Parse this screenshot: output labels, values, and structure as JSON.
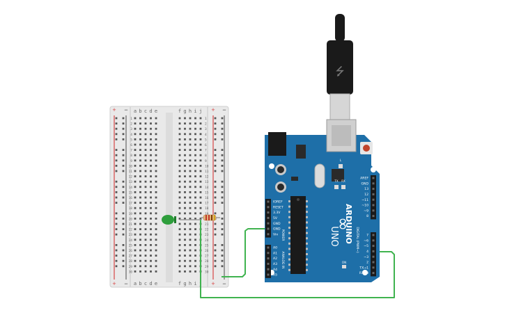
{
  "breadboard": {
    "col_letters": [
      "a",
      "b",
      "c",
      "d",
      "e",
      "f",
      "g",
      "h",
      "i",
      "j"
    ],
    "rail_plus": "+",
    "rail_minus": "−",
    "row_count": 30,
    "led_color": "#2e9e3c",
    "wire_color": "#3fb34f"
  },
  "arduino": {
    "brand": "ARDUINO",
    "model": "UNO",
    "logo_text": "∞",
    "board_color": "#1e6fa8",
    "power_header_title": "POWER",
    "analog_header_title": "ANALOG IN",
    "digital_header_title": "DIGITAL (PWM~)",
    "power_pins": [
      "IOREF",
      "RESET",
      "3.3V",
      "5V",
      "GND",
      "GND",
      "Vin"
    ],
    "analog_pins": [
      "A0",
      "A1",
      "A2",
      "A3",
      "A4",
      "A5"
    ],
    "digital_top_pins": [
      "AREF",
      "GND",
      "13",
      "12",
      "~11",
      "~10",
      "~9",
      "8"
    ],
    "digital_bottom_pins": [
      "7",
      "~6",
      "~5",
      "4",
      "~3",
      "2",
      "TX→1",
      "RX←0"
    ],
    "led_labels": [
      "TX",
      "RX",
      "L"
    ],
    "on_label": "ON"
  }
}
